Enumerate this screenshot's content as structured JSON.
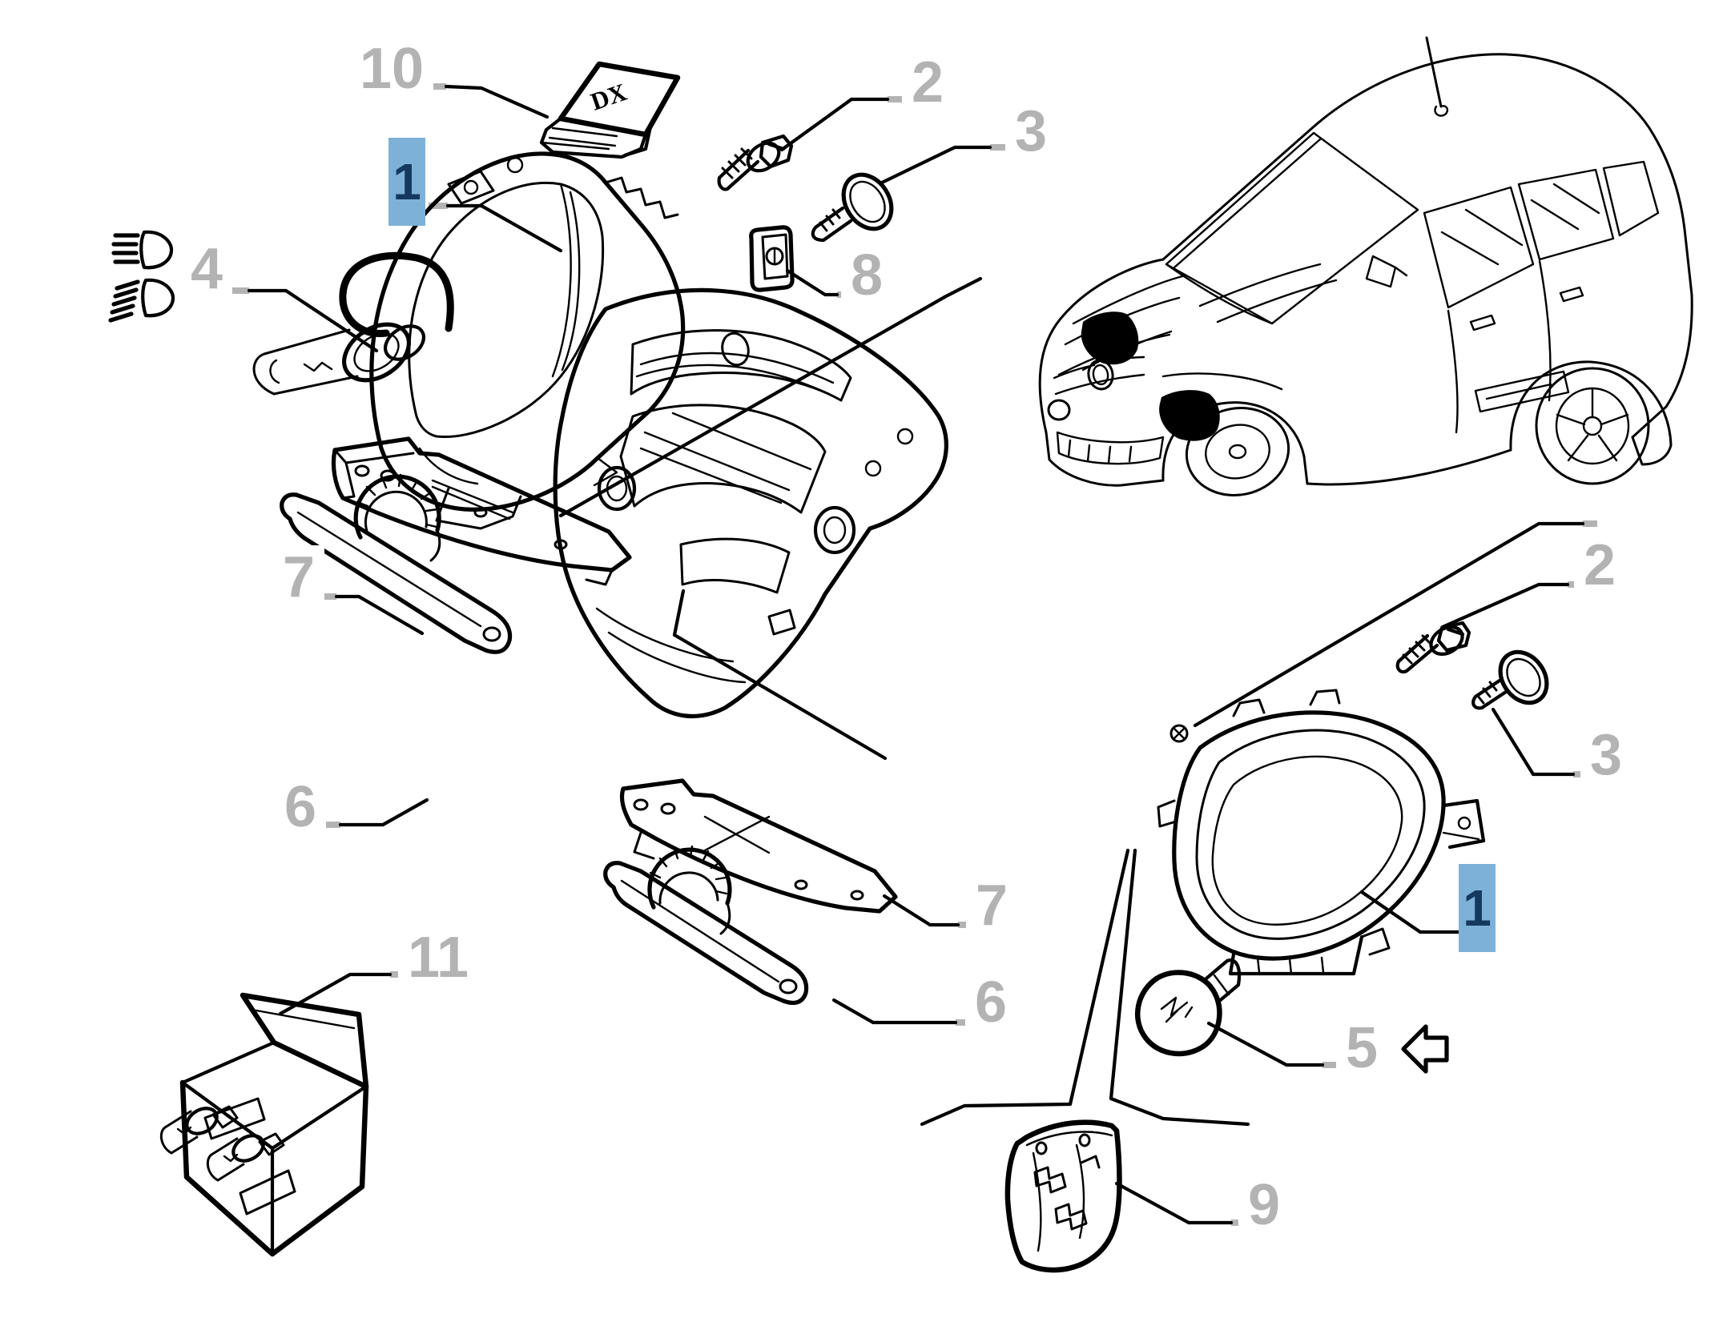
{
  "diagram": {
    "kind": "exploded-parts-line-drawing",
    "subject": "front headlamp and daytime-running-lamp parts with vehicle reference view"
  },
  "theme": {
    "background": "#ffffff",
    "line_color": "#000000",
    "label_color": "#b3b3b3",
    "highlight_bg": "#7eb1d8",
    "highlight_text": "#15395e"
  },
  "markings": {
    "dx_label": "DX"
  },
  "callouts": [
    {
      "number": "10",
      "highlighted": false
    },
    {
      "number": "1",
      "highlighted": true
    },
    {
      "number": "4",
      "highlighted": false
    },
    {
      "number": "2",
      "highlighted": false
    },
    {
      "number": "3",
      "highlighted": false
    },
    {
      "number": "8",
      "highlighted": false
    },
    {
      "number": "7",
      "highlighted": false
    },
    {
      "number": "6",
      "highlighted": false
    },
    {
      "number": "11",
      "highlighted": false
    },
    {
      "number": "7",
      "highlighted": false
    },
    {
      "number": "6",
      "highlighted": false
    },
    {
      "number": "2",
      "highlighted": false
    },
    {
      "number": "3",
      "highlighted": false
    },
    {
      "number": "1",
      "highlighted": true
    },
    {
      "number": "5",
      "highlighted": false
    },
    {
      "number": "9",
      "highlighted": false
    }
  ],
  "icons": [
    {
      "name": "high-beam-icon"
    },
    {
      "name": "low-beam-icon"
    },
    {
      "name": "left-arrow-icon"
    }
  ],
  "parts": [
    {
      "callout": "1",
      "name": "headlamp-assembly"
    },
    {
      "callout": "2",
      "name": "hex-flange-bolt"
    },
    {
      "callout": "3",
      "name": "washer-head-screw"
    },
    {
      "callout": "4",
      "name": "halogen-bulb-with-wiring"
    },
    {
      "callout": "5",
      "name": "indicator-bulb"
    },
    {
      "callout": "6",
      "name": "daytime-running-lamp"
    },
    {
      "callout": "7",
      "name": "lamp-mounting-bracket"
    },
    {
      "callout": "8",
      "name": "clip-nut"
    },
    {
      "callout": "9",
      "name": "splash-shield"
    },
    {
      "callout": "10",
      "name": "dx-spacer-wedge"
    },
    {
      "callout": "11",
      "name": "bulb-kit-box"
    }
  ]
}
